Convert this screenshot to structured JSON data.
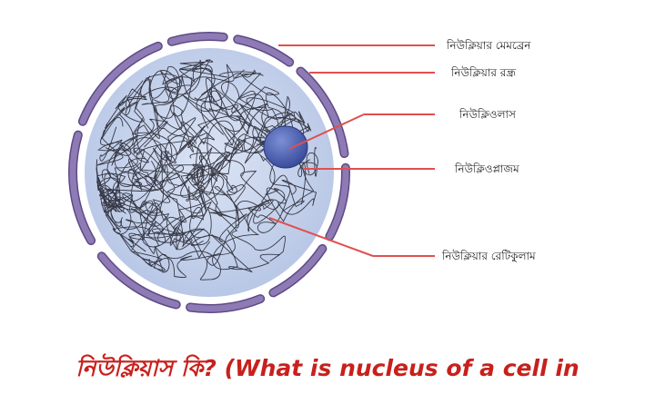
{
  "labels": {
    "membrane": "নিউক্লিয়ার মেমব্রেন",
    "pore": "নিউক্লিয়ার রন্ধ্র",
    "nucleolus": "নিউক্লিওলাস",
    "nucleoplasm": "নিউক্লিওপ্লাজম",
    "reticulum": "নিউক্লিয়ার রেটিকুলাম"
  },
  "caption": "নিউক্লিয়াস কি? (What is nucleus of a cell in",
  "colors": {
    "membrane": "#8e7bb5",
    "membrane_edge": "#5d4a85",
    "nucleoplasm": "#c9d6ee",
    "nucleolus": "#4f64b6",
    "leader_line": "#e0504f",
    "caption": "#c8201c"
  }
}
